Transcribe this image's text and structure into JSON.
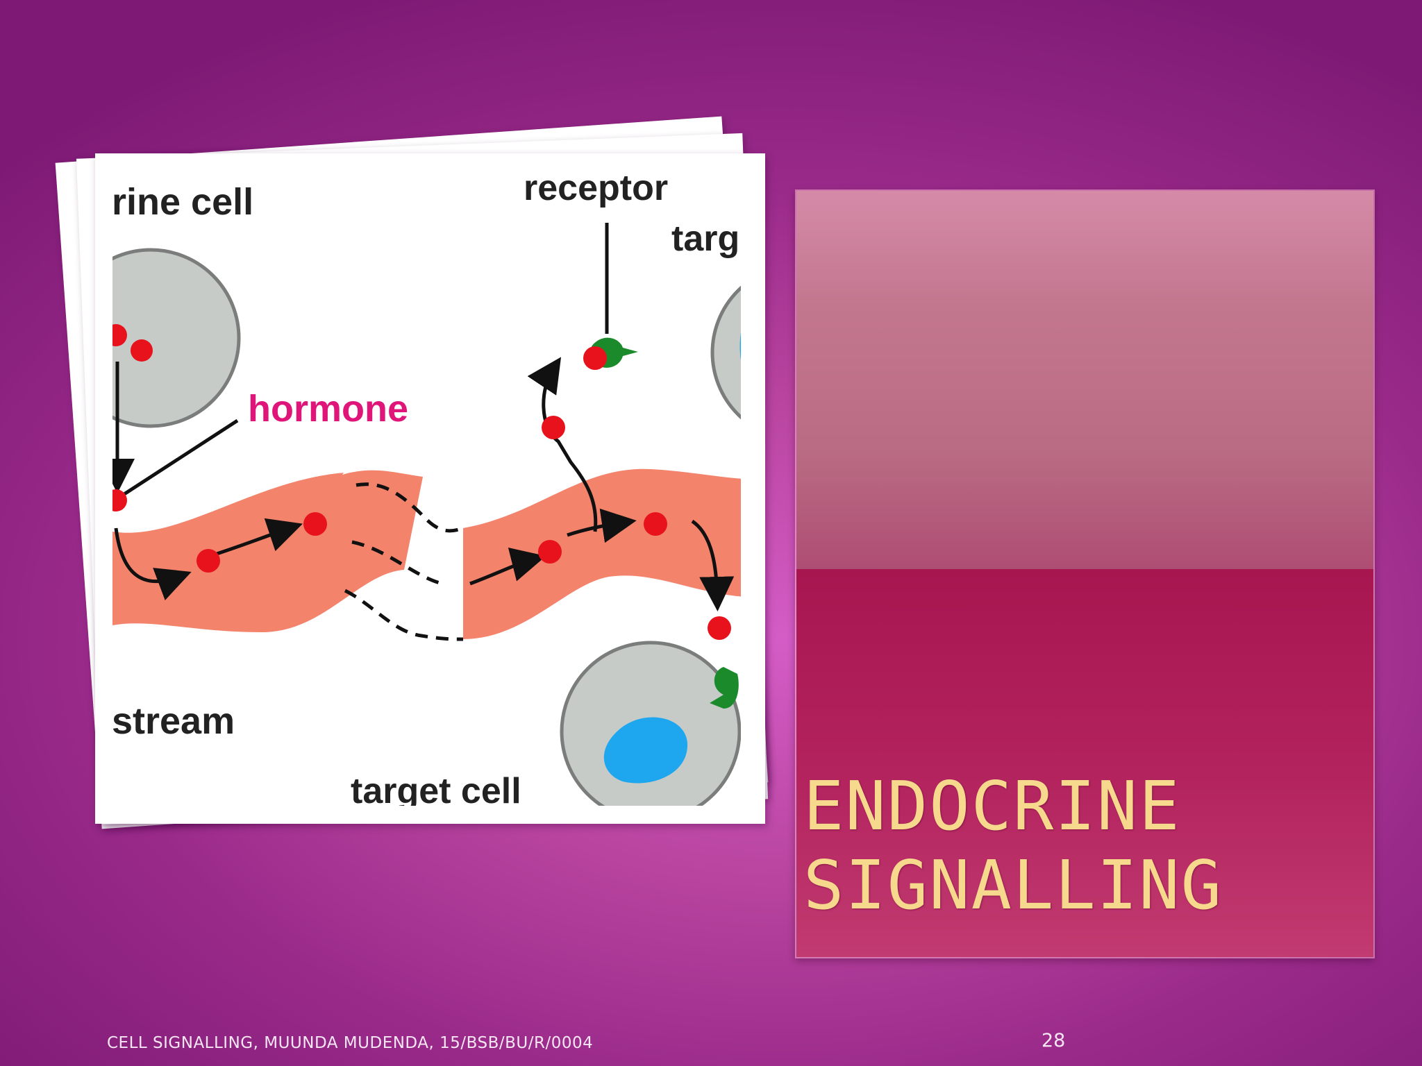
{
  "diagram": {
    "labels": {
      "source_cell": "rine cell",
      "receptor": "receptor",
      "target_top": "targ",
      "hormone": "hormone",
      "bloodstream": "stream",
      "target_cell": "target cell"
    },
    "colors": {
      "cell_fill": "#c6cbc8",
      "cell_stroke": "#7a7d7b",
      "vessel": "#f4836c",
      "hormone_dot": "#e8121c",
      "receptor": "#1a8a2a",
      "nucleus": "#1ea6ee",
      "hormone_label": "#e0157a"
    }
  },
  "title": {
    "line1": "ENDOCRINE",
    "line2": "SIGNALLING"
  },
  "footer": {
    "credit": "CELL SIGNALLING, MUUNDA MUDENDA, 15/BSB/BU/R/0004",
    "page_number": "28"
  }
}
